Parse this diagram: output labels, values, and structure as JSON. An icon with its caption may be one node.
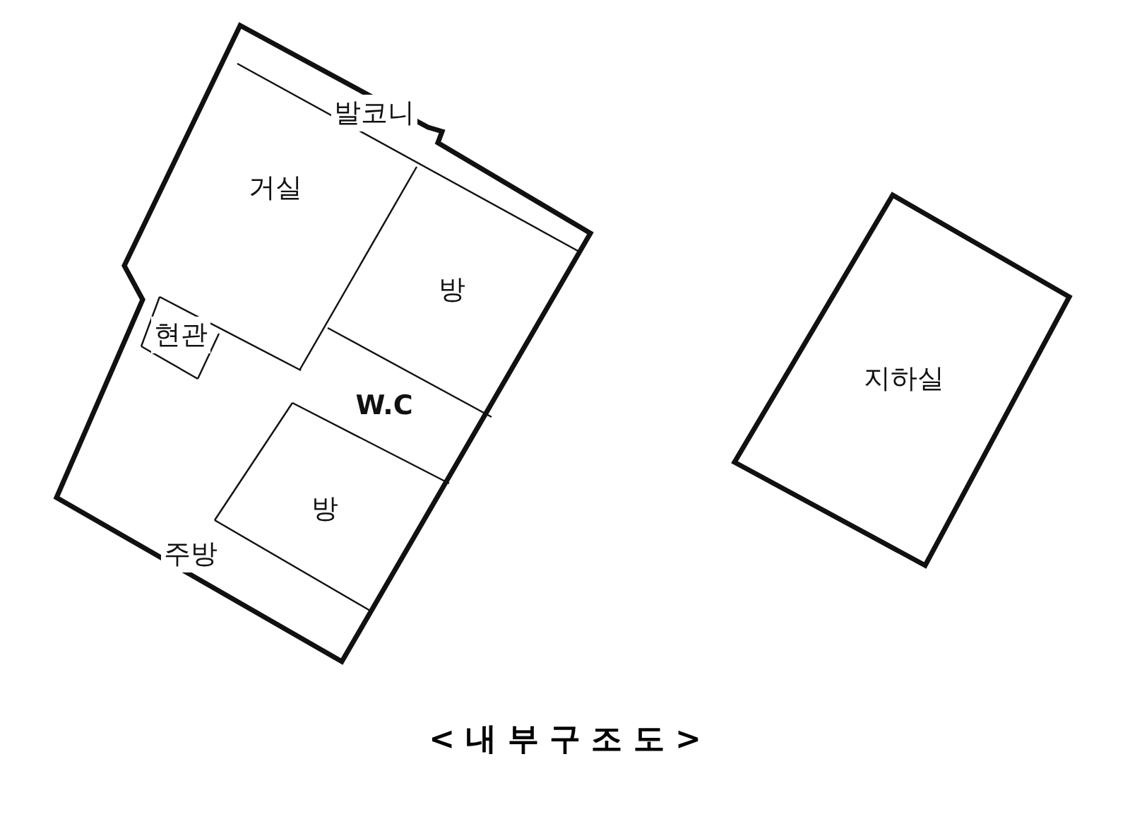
{
  "diagram": {
    "caption": "< 내 부 구 조 도 >",
    "nodes": [
      {
        "text": [
          "발코니"
        ]
      },
      {
        "text": [
          "거실"
        ]
      },
      {
        "text": [
          "방"
        ]
      },
      {
        "text": [
          "현관"
        ]
      },
      {
        "text": [
          "W.C"
        ]
      },
      {
        "text": [
          "방"
        ]
      },
      {
        "text": [
          "주방"
        ]
      },
      {
        "text": [
          "지하실"
        ]
      }
    ]
  }
}
